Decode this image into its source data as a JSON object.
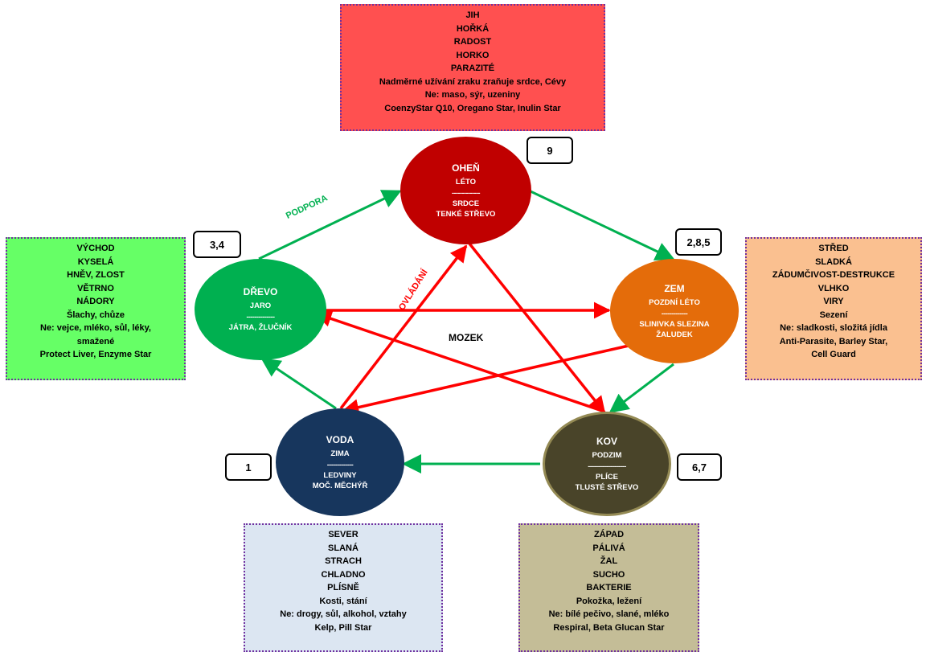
{
  "colors": {
    "fire": "#c00000",
    "wood": "#00b050",
    "earth": "#e46c0a",
    "metal": "#494429",
    "water": "#17365d",
    "support": "#00b050",
    "control": "#ff0000"
  },
  "labels": {
    "support": "PODPORA",
    "control": "OVLÁDÁNÍ",
    "center": "MOZEK"
  },
  "elements": {
    "fire": {
      "name": "OHEŇ",
      "season": "LÉTO",
      "sep": "--------------",
      "organs": [
        "SRDCE",
        "TENKÉ STŘEVO"
      ],
      "number": "9"
    },
    "wood": {
      "name": "DŘEVO",
      "season": "JARO",
      "sep": "--------------",
      "organs": [
        "JÁTRA,  ŽLUČNÍK"
      ],
      "number": "3,4"
    },
    "earth": {
      "name": "ZEM",
      "season": "POZDNÍ LÉTO",
      "sep": "-------------",
      "organs": [
        "SLINIVKA SLEZINA",
        "ŽALUDEK"
      ],
      "number": "2,8,5"
    },
    "water": {
      "name": "VODA",
      "season": "ZIMA",
      "sep": "-------------",
      "organs": [
        "LEDVINY",
        "MOČ.  MĚCHÝŘ"
      ],
      "number": "1"
    },
    "metal": {
      "name": "KOV",
      "season": "PODZIM",
      "sep": "-------------------",
      "organs": [
        "PLÍCE",
        "TLUSTÉ STŘEVO"
      ],
      "number": "6,7"
    }
  },
  "boxes": {
    "fire": {
      "bg": "#ff5050",
      "lines": [
        "JIH",
        "HOŘKÁ",
        "RADOST",
        "HORKO",
        "PARAZITÉ",
        "Nadměrné užívání zraku zraňuje srdce, Cévy",
        "Ne: maso, sýr, uzeniny",
        "CoenzyStar Q10, Oregano Star, Inulin Star"
      ]
    },
    "wood": {
      "bg": "#66ff66",
      "lines": [
        "VÝCHOD",
        "KYSELÁ",
        "HNĚV, ZLOST",
        "VĚTRNO",
        "NÁDORY",
        "Šlachy, chůze",
        "Ne: vejce, mléko, sůl, léky, smažené",
        "Protect Liver, Enzyme Star"
      ]
    },
    "earth": {
      "bg": "#fac090",
      "lines": [
        "STŘED",
        "SLADKÁ",
        "ZÁDUMČIVOST-DESTRUKCE",
        "VLHKO",
        "VIRY",
        "Sezení",
        "Ne: sladkosti, složitá jídla",
        "Anti-Parasite, Barley Star,",
        "Cell Guard"
      ]
    },
    "water": {
      "bg": "#dce6f2",
      "lines": [
        "SEVER",
        "SLANÁ",
        "STRACH",
        "CHLADNO",
        "PLÍSNĚ",
        "Kosti, stání",
        "Ne: drogy, sůl, alkohol, vztahy",
        "Kelp, Pill Star"
      ]
    },
    "metal": {
      "bg": "#c4bd97",
      "lines": [
        "ZÁPAD",
        "PÁLIVÁ",
        "ŽAL",
        "SUCHO",
        "BAKTERIE",
        "Pokožka, ležení",
        "Ne: bílé pečivo, slané, mléko",
        "Respiral, Beta Glucan Star"
      ]
    }
  }
}
